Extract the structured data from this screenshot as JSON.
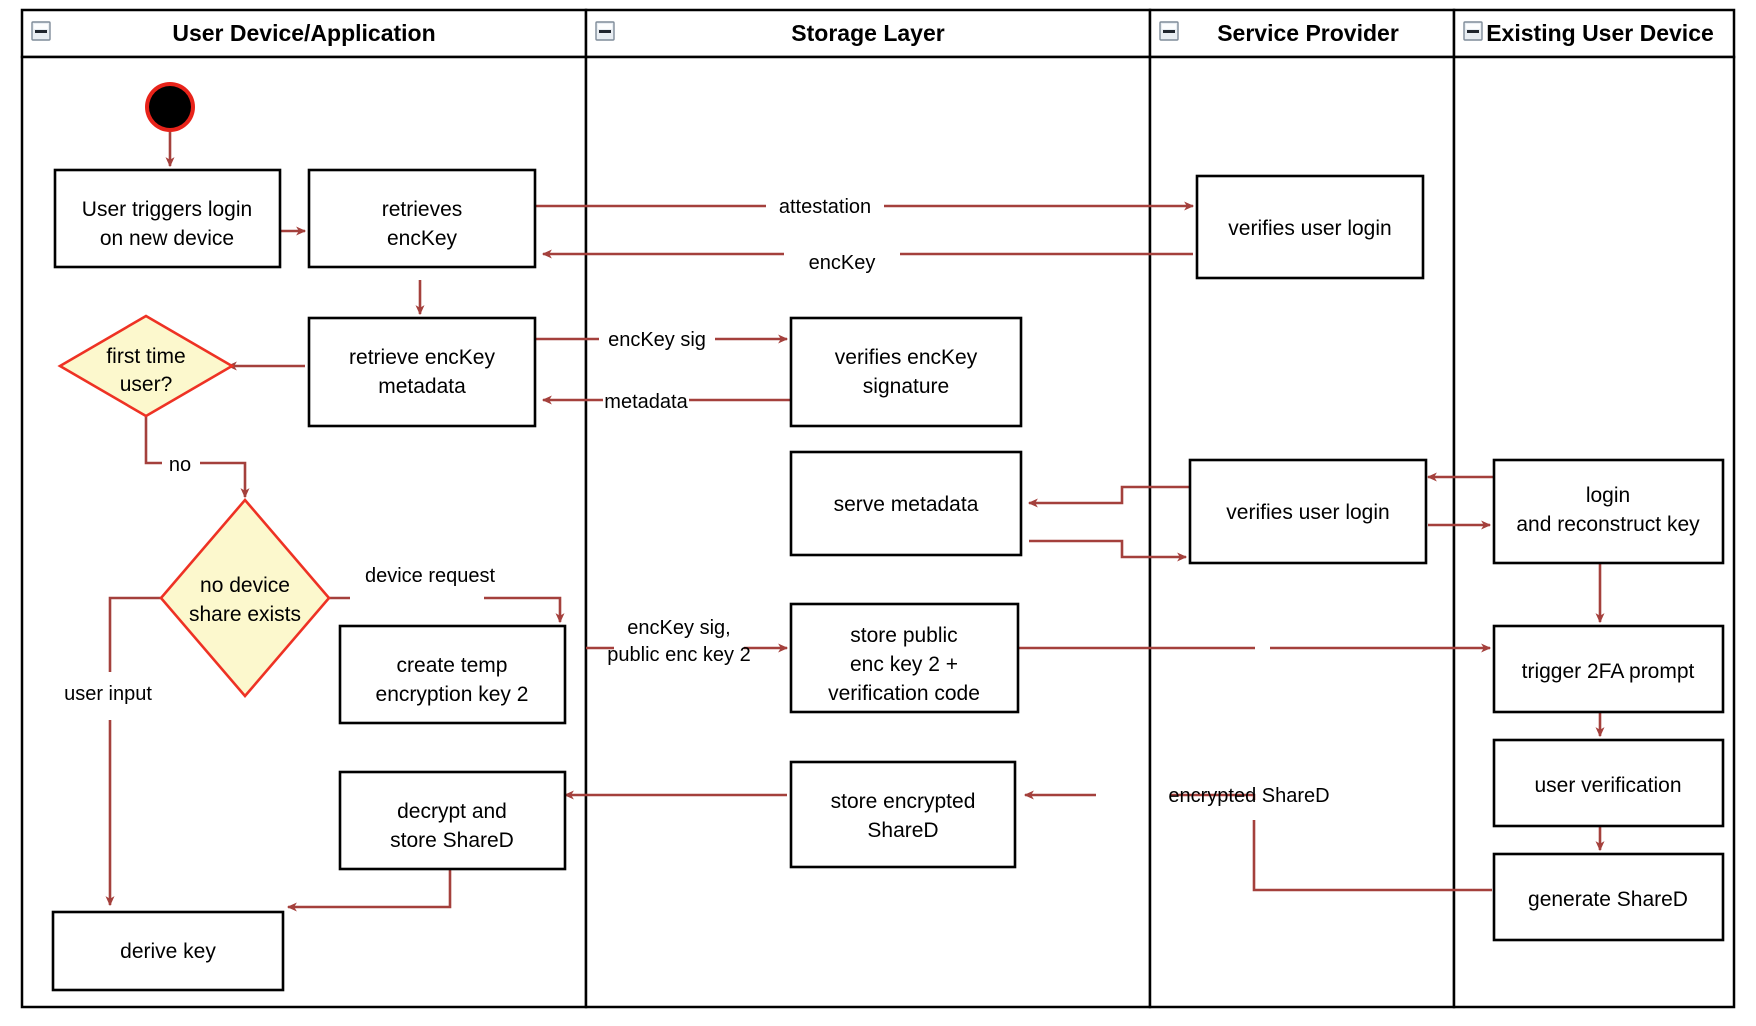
{
  "diagram": {
    "type": "uml-activity-swimlane",
    "background_color": "#ffffff",
    "flow_color": "#a4403c",
    "decision_fill": "#fcf8cd",
    "decision_stroke": "#ee3224",
    "node_stroke": "#000000",
    "lanes": [
      {
        "id": "lane-user-device",
        "title": "User Device/Application",
        "collapse_control": "collapse-icon"
      },
      {
        "id": "lane-storage-layer",
        "title": "Storage Layer",
        "collapse_control": "collapse-icon"
      },
      {
        "id": "lane-service-provider",
        "title": "Service Provider",
        "collapse_control": "collapse-icon"
      },
      {
        "id": "lane-existing-user-device",
        "title": "Existing User Device",
        "collapse_control": "collapse-icon"
      }
    ],
    "nodes": [
      {
        "id": "start",
        "kind": "start-node",
        "lane": "lane-user-device",
        "label": ""
      },
      {
        "id": "user-triggers-login",
        "kind": "action",
        "lane": "lane-user-device",
        "lines": [
          "User triggers login",
          "on new device"
        ]
      },
      {
        "id": "retrieves-enckey",
        "kind": "action",
        "lane": "lane-user-device",
        "lines": [
          "retrieves",
          "encKey"
        ]
      },
      {
        "id": "retrieve-enckey-metadata",
        "kind": "action",
        "lane": "lane-user-device",
        "lines": [
          "retrieve encKey",
          "metadata"
        ]
      },
      {
        "id": "first-time-user",
        "kind": "decision",
        "lane": "lane-user-device",
        "lines": [
          "first time",
          "user?"
        ]
      },
      {
        "id": "no-device-share-exists",
        "kind": "decision",
        "lane": "lane-user-device",
        "lines": [
          "no device",
          "share exists"
        ]
      },
      {
        "id": "create-temp-encryption-key-2",
        "kind": "action",
        "lane": "lane-user-device",
        "lines": [
          "create temp",
          "encryption key 2"
        ]
      },
      {
        "id": "decrypt-and-store-shared",
        "kind": "action",
        "lane": "lane-user-device",
        "lines": [
          "decrypt and",
          "store ShareD"
        ]
      },
      {
        "id": "derive-key",
        "kind": "action",
        "lane": "lane-user-device",
        "lines": [
          "derive key"
        ]
      },
      {
        "id": "verifies-enckey-signature",
        "kind": "action",
        "lane": "lane-storage-layer",
        "lines": [
          "verifies encKey",
          "signature"
        ]
      },
      {
        "id": "serve-metadata",
        "kind": "action",
        "lane": "lane-storage-layer",
        "lines": [
          "serve metadata"
        ]
      },
      {
        "id": "store-public-enc-key-2",
        "kind": "action",
        "lane": "lane-storage-layer",
        "lines": [
          "store public",
          "enc key 2 +",
          "verification code"
        ]
      },
      {
        "id": "store-encrypted-shared",
        "kind": "action",
        "lane": "lane-storage-layer",
        "lines": [
          "store encrypted",
          "ShareD"
        ]
      },
      {
        "id": "verifies-user-login-1",
        "kind": "action",
        "lane": "lane-service-provider",
        "lines": [
          "verifies user login"
        ]
      },
      {
        "id": "verifies-user-login-2",
        "kind": "action",
        "lane": "lane-service-provider",
        "lines": [
          "verifies user login"
        ]
      },
      {
        "id": "login-and-reconstruct-key",
        "kind": "action",
        "lane": "lane-existing-user-device",
        "lines": [
          "login",
          "and reconstruct key"
        ]
      },
      {
        "id": "trigger-2fa-prompt",
        "kind": "action",
        "lane": "lane-existing-user-device",
        "lines": [
          "trigger 2FA prompt"
        ]
      },
      {
        "id": "user-verification",
        "kind": "action",
        "lane": "lane-existing-user-device",
        "lines": [
          "user verification"
        ]
      },
      {
        "id": "generate-shared",
        "kind": "action",
        "lane": "lane-existing-user-device",
        "lines": [
          "generate ShareD"
        ]
      }
    ],
    "edges": [
      {
        "id": "edge-start-to-login",
        "from": "start",
        "to": "user-triggers-login",
        "label": ""
      },
      {
        "id": "edge-login-to-retrieves",
        "from": "user-triggers-login",
        "to": "retrieves-enckey",
        "label": ""
      },
      {
        "id": "edge-retrieves-to-sp",
        "from": "retrieves-enckey",
        "to": "verifies-user-login-1",
        "label": "attestation"
      },
      {
        "id": "edge-sp-to-retrieves",
        "from": "verifies-user-login-1",
        "to": "retrieves-enckey",
        "label": "encKey"
      },
      {
        "id": "edge-retrieves-to-metadata",
        "from": "retrieves-enckey",
        "to": "retrieve-enckey-metadata",
        "label": ""
      },
      {
        "id": "edge-metadata-to-verify-sig",
        "from": "retrieve-enckey-metadata",
        "to": "verifies-enckey-signature",
        "label": "encKey sig"
      },
      {
        "id": "edge-verify-sig-to-metadata",
        "from": "verifies-enckey-signature",
        "to": "retrieve-enckey-metadata",
        "label": "metadata"
      },
      {
        "id": "edge-metadata-to-firsttime",
        "from": "retrieve-enckey-metadata",
        "to": "first-time-user",
        "label": ""
      },
      {
        "id": "edge-firsttime-no",
        "from": "first-time-user",
        "to": "no-device-share-exists",
        "label": "no"
      },
      {
        "id": "edge-noshare-device-request",
        "from": "no-device-share-exists",
        "to": "create-temp-encryption-key-2",
        "label": "device request"
      },
      {
        "id": "edge-noshare-user-input",
        "from": "no-device-share-exists",
        "to": "derive-key",
        "label": "user input"
      },
      {
        "id": "edge-temp-key-to-store-public",
        "from": "create-temp-encryption-key-2",
        "to": "store-public-enc-key-2",
        "label": "encKey sig, public enc key 2"
      },
      {
        "id": "edge-store-public-to-trigger-2fa",
        "from": "store-public-enc-key-2",
        "to": "trigger-2fa-prompt",
        "label": ""
      },
      {
        "id": "edge-existing-login-to-sp2",
        "from": "login-and-reconstruct-key",
        "to": "verifies-user-login-2",
        "label": ""
      },
      {
        "id": "edge-sp2-to-existing-login",
        "from": "verifies-user-login-2",
        "to": "login-and-reconstruct-key",
        "label": ""
      },
      {
        "id": "edge-sp2-to-serve-metadata",
        "from": "verifies-user-login-2",
        "to": "serve-metadata",
        "label": ""
      },
      {
        "id": "edge-serve-metadata-to-sp2",
        "from": "serve-metadata",
        "to": "verifies-user-login-2",
        "label": ""
      },
      {
        "id": "edge-login-to-trigger-2fa",
        "from": "login-and-reconstruct-key",
        "to": "trigger-2fa-prompt",
        "label": ""
      },
      {
        "id": "edge-trigger-to-verification",
        "from": "trigger-2fa-prompt",
        "to": "user-verification",
        "label": ""
      },
      {
        "id": "edge-verification-to-generate",
        "from": "user-verification",
        "to": "generate-shared",
        "label": ""
      },
      {
        "id": "edge-generate-to-store-encrypted",
        "from": "generate-shared",
        "to": "store-encrypted-shared",
        "label": "encrypted ShareD"
      },
      {
        "id": "edge-store-encrypted-to-decrypt",
        "from": "store-encrypted-shared",
        "to": "decrypt-and-store-shared",
        "label": ""
      },
      {
        "id": "edge-decrypt-to-derive",
        "from": "decrypt-and-store-shared",
        "to": "derive-key",
        "label": ""
      }
    ],
    "labels": {
      "attestation": "attestation",
      "enckey": "encKey",
      "enckey_sig": "encKey sig",
      "metadata": "metadata",
      "no": "no",
      "device_request": "device request",
      "user_input": "user input",
      "enckey_sig_public_enc_key_2_line1": "encKey sig,",
      "enckey_sig_public_enc_key_2_line2": "public enc key 2",
      "encrypted_shared": "encrypted ShareD"
    },
    "node_text": {
      "user_triggers_login_l1": "User triggers login",
      "user_triggers_login_l2": "on new device",
      "retrieves_enckey_l1": "retrieves",
      "retrieves_enckey_l2": "encKey",
      "retrieve_enckey_metadata_l1": "retrieve encKey",
      "retrieve_enckey_metadata_l2": "metadata",
      "first_time_user_l1": "first time",
      "first_time_user_l2": "user?",
      "no_device_share_l1": "no device",
      "no_device_share_l2": "share exists",
      "create_temp_key_l1": "create temp",
      "create_temp_key_l2": "encryption key 2",
      "decrypt_store_shared_l1": "decrypt and",
      "decrypt_store_shared_l2": "store ShareD",
      "derive_key_l1": "derive key",
      "verifies_enckey_sig_l1": "verifies encKey",
      "verifies_enckey_sig_l2": "signature",
      "serve_metadata_l1": "serve metadata",
      "store_public_l1": "store public",
      "store_public_l2": "enc key 2 +",
      "store_public_l3": "verification code",
      "store_encrypted_shared_l1": "store encrypted",
      "store_encrypted_shared_l2": "ShareD",
      "verifies_user_login_1_l1": "verifies user login",
      "verifies_user_login_2_l1": "verifies user login",
      "login_reconstruct_l1": "login",
      "login_reconstruct_l2": "and reconstruct key",
      "trigger_2fa_l1": "trigger 2FA prompt",
      "user_verification_l1": "user verification",
      "generate_shared_l1": "generate ShareD"
    }
  }
}
